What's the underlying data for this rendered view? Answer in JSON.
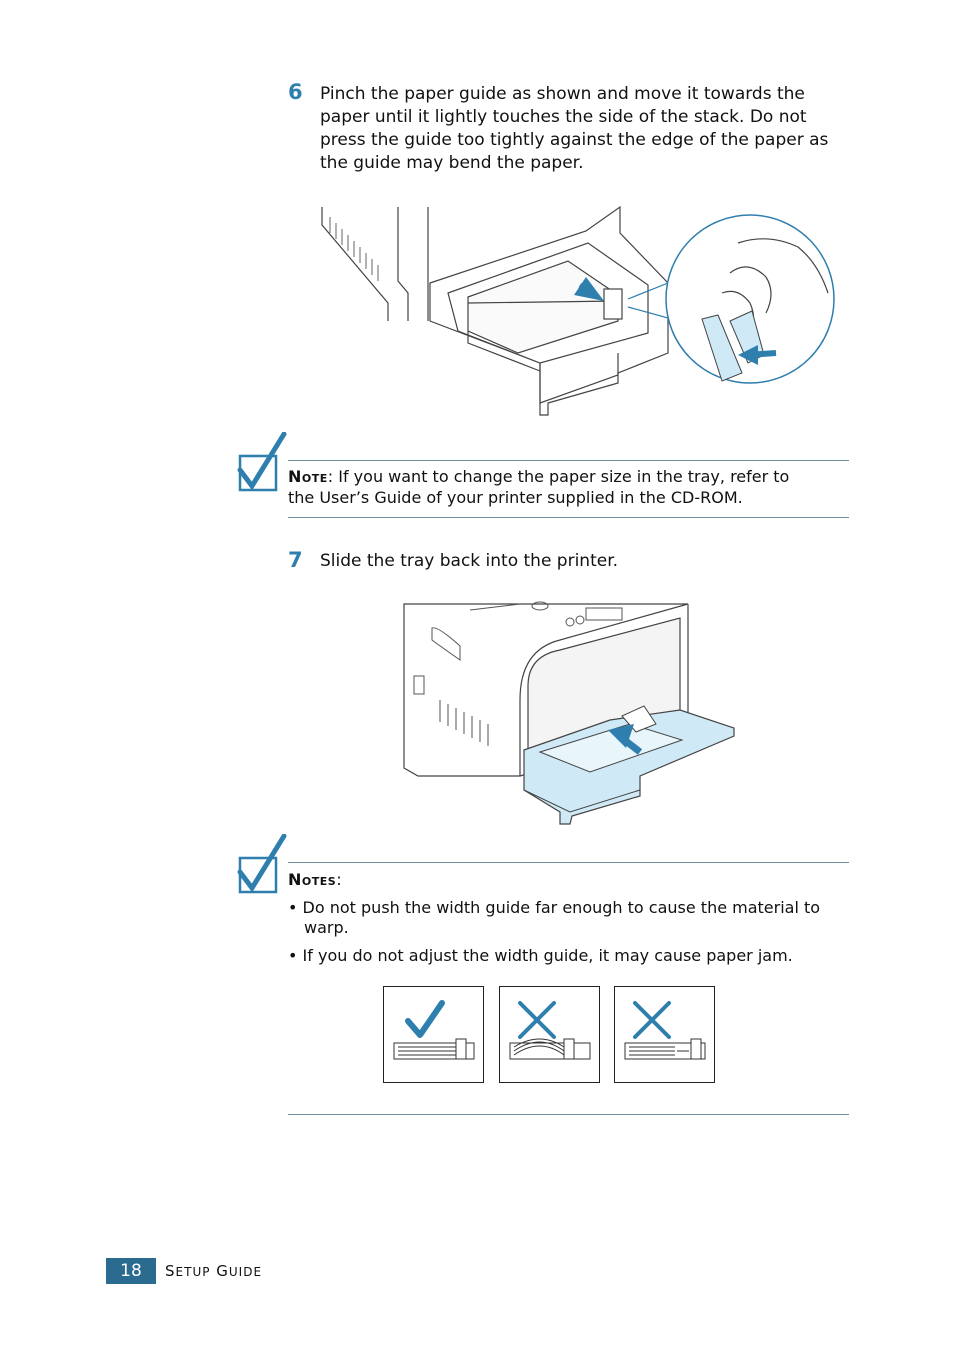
{
  "step6": {
    "number": "6",
    "text_lines": [
      "Pinch the paper guide as shown and move it towards the",
      "paper until it lightly touches the side of the stack. Do not",
      "press the guide too tightly against the edge of the paper as",
      "the guide may bend the paper."
    ]
  },
  "note1": {
    "label": "Note",
    "sep": ":",
    "line1": " If you want to change the paper size in the tray, refer to",
    "line2": "the User’s Guide of your printer supplied in the CD-ROM."
  },
  "step7": {
    "number": "7",
    "text": "Slide the tray back into the printer."
  },
  "note2": {
    "label": "Notes",
    "sep": ":",
    "bullets": [
      {
        "line1": "Do not push the width guide far enough to cause the material to",
        "line2": "warp."
      },
      {
        "line1": "If you do not adjust the width guide, it may cause paper jam.",
        "line2": ""
      }
    ]
  },
  "footer": {
    "page_number": "18",
    "title_first": "S",
    "title_first_rest": "ETUP",
    "title_second": "G",
    "title_second_rest": "UIDE"
  },
  "colors": {
    "accent": "#2f7fae",
    "page_box": "#2c6b90",
    "tray_blue": "#cfeaf6",
    "rule": "#6f8ea0"
  },
  "icons": {
    "note": "checkmark-note-icon",
    "correct": "check-mark-icon",
    "wrong": "x-mark-icon"
  }
}
